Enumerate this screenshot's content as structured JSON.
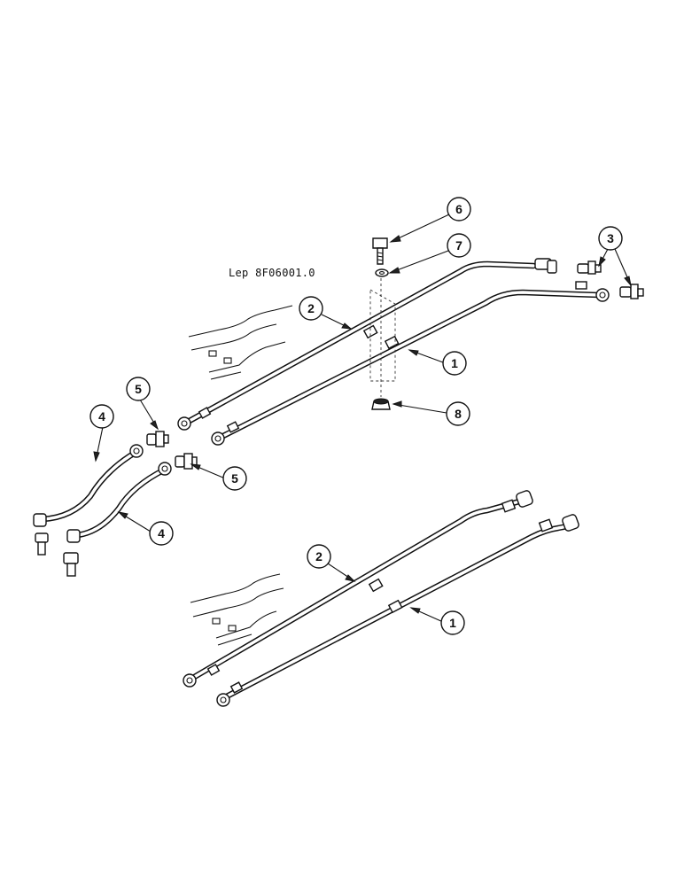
{
  "reference_code": "Lep 8F06001.0",
  "callouts": [
    {
      "id": "c6",
      "label": "6"
    },
    {
      "id": "c7",
      "label": "7"
    },
    {
      "id": "c3",
      "label": "3"
    },
    {
      "id": "c2-top",
      "label": "2"
    },
    {
      "id": "c1-top",
      "label": "1"
    },
    {
      "id": "c8",
      "label": "8"
    },
    {
      "id": "c5-upper",
      "label": "5"
    },
    {
      "id": "c4-upper",
      "label": "4"
    },
    {
      "id": "c5-lower",
      "label": "5"
    },
    {
      "id": "c4-lower",
      "label": "4"
    },
    {
      "id": "c2-bottom",
      "label": "2"
    },
    {
      "id": "c1-bottom",
      "label": "1"
    }
  ]
}
